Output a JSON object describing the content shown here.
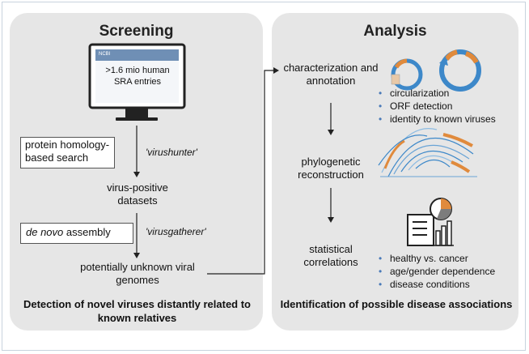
{
  "screening": {
    "title": "Screening",
    "monitor_header": "NCBI",
    "monitor_text": ">1.6 mio human SRA entries",
    "protein_box": "protein homology-based search",
    "virushunter": "'virushunter'",
    "virus_positive": "virus-positive datasets",
    "denovo_italic": "de novo",
    "denovo_rest": " assembly",
    "virusgatherer": "'virusgatherer'",
    "unknown": "potentially unknown viral genomes",
    "caption": "Detection of novel viruses distantly related to known relatives"
  },
  "analysis": {
    "title": "Analysis",
    "characterization": "characterization and annotation",
    "char_bullets": [
      "circularization",
      "ORF detection",
      "identity to known viruses"
    ],
    "phylogenetic": "phylogenetic reconstruction",
    "statistical": "statistical correlations",
    "stat_bullets": [
      "healthy vs. cancer",
      "age/gender dependence",
      "disease conditions"
    ],
    "caption": "Identification of possible disease associations"
  },
  "colors": {
    "panel": "#e6e6e6",
    "accent_blue": "#3d88c9",
    "accent_orange": "#e08a3c"
  }
}
